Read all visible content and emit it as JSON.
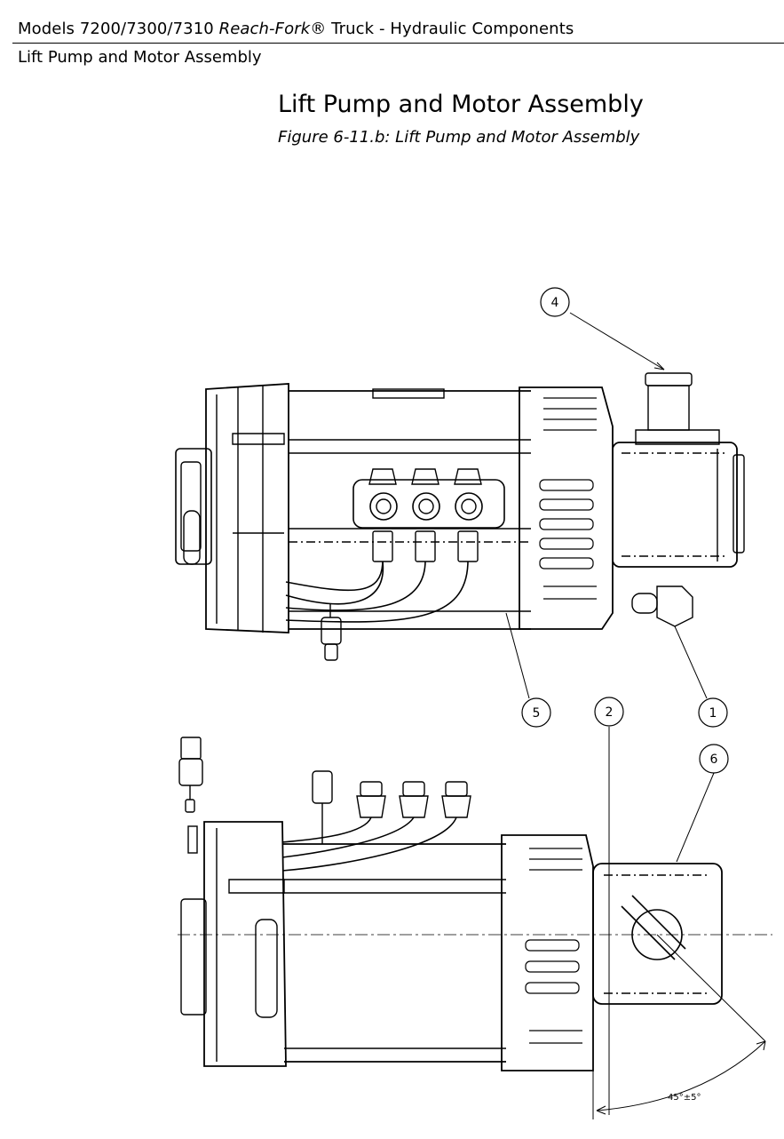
{
  "header": {
    "title_prefix": "Models 7200/7300/7310 ",
    "title_italic": "Reach-Fork",
    "title_suffix": "® Truck - Hydraulic Components",
    "section": "Lift Pump and Motor Assembly"
  },
  "page_title": "Lift Pump and Motor Assembly",
  "figure_caption": "Figure 6-11.b: Lift Pump and Motor Assembly",
  "callouts": {
    "c1": "1",
    "c2": "2",
    "c4": "4",
    "c5": "5",
    "c6": "6"
  },
  "angle_label": "45°±5°"
}
